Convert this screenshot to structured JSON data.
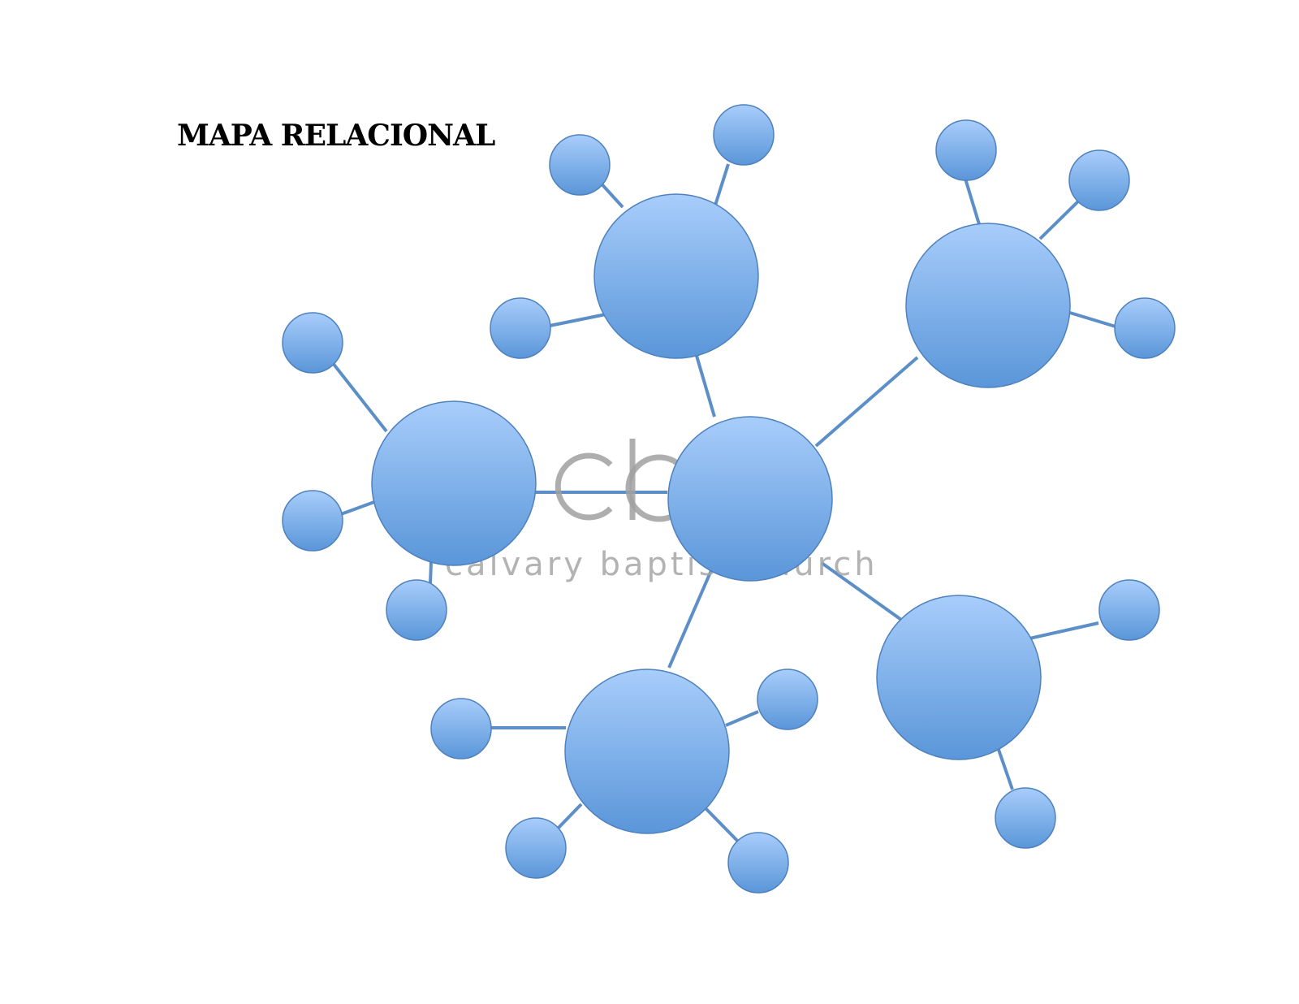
{
  "title": "MAPA RELACIONAL",
  "watermark": {
    "logo": "cb",
    "text": "calvary baptist church"
  },
  "colors": {
    "node_light": "#a8cdfb",
    "node_dark": "#5a96d9",
    "node_stroke": "#4f81bd",
    "edge": "#5c8fc8",
    "watermark": "#a6a6a6"
  }
}
